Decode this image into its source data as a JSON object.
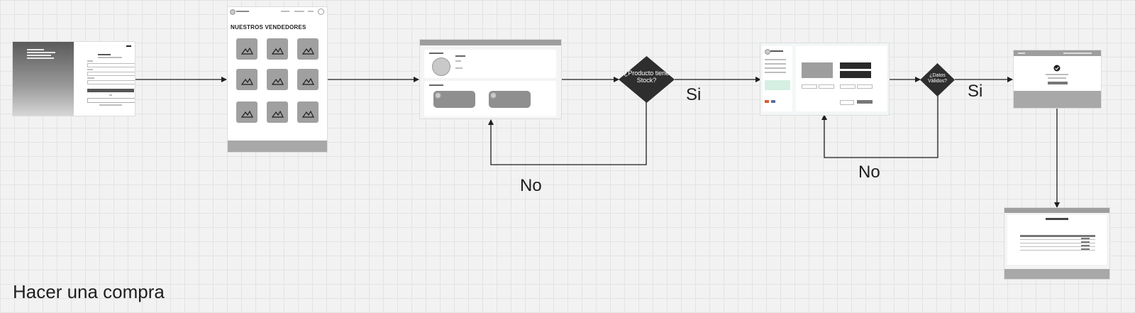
{
  "board": {
    "title": "Hacer una compra"
  },
  "decisions": {
    "stock": "¿Producto tiene Stock?",
    "data": "¿Datos Válidos?"
  },
  "edge_labels": {
    "stock_yes": "Si",
    "stock_no": "No",
    "data_yes": "Si",
    "data_no": "No"
  },
  "screens": {
    "vendors": {
      "heading": "NUESTROS VENDEDORES"
    }
  }
}
